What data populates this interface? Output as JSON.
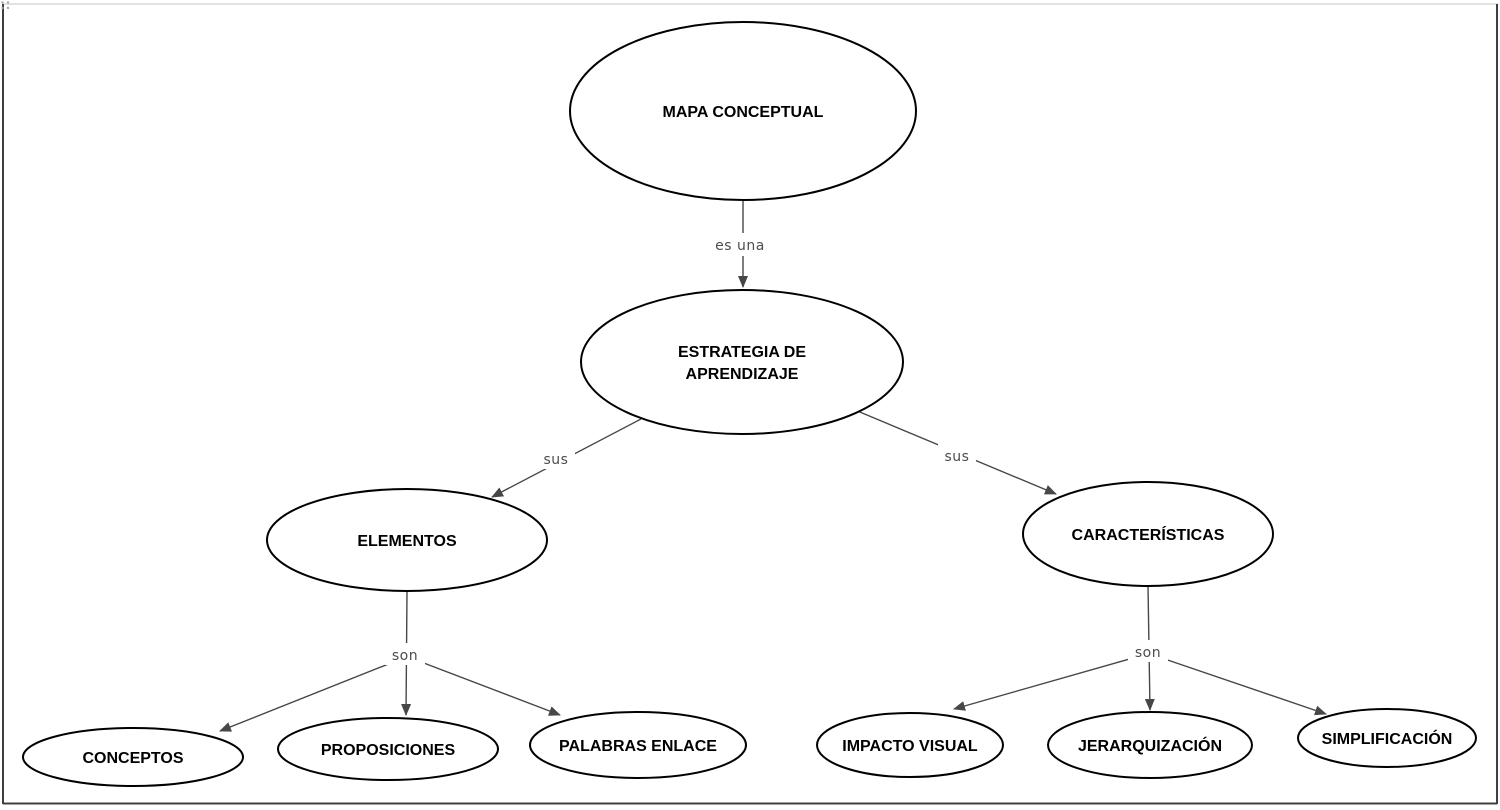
{
  "concept_map": {
    "nodes": {
      "mapa_conceptual": {
        "label": "MAPA CONCEPTUAL"
      },
      "estrategia_de_aprendizaje": {
        "line1": "ESTRATEGIA DE",
        "line2": "APRENDIZAJE"
      },
      "elementos": {
        "label": "ELEMENTOS"
      },
      "caracteristicas": {
        "label": "CARACTERÍSTICAS"
      },
      "conceptos": {
        "label": "CONCEPTOS"
      },
      "proposiciones": {
        "label": "PROPOSICIONES"
      },
      "palabras_enlace": {
        "label": "PALABRAS ENLACE"
      },
      "impacto_visual": {
        "label": "IMPACTO VISUAL"
      },
      "jerarquizacion": {
        "label": "JERARQUIZACIÓN"
      },
      "simplificacion": {
        "label": "SIMPLIFICACIÓN"
      }
    },
    "link_labels": {
      "es_una": "es una",
      "sus_left": "sus",
      "sus_right": "sus",
      "son_left": "son",
      "son_right": "son"
    },
    "edges": [
      {
        "from": "MAPA CONCEPTUAL",
        "to": "ESTRATEGIA DE APRENDIZAJE",
        "label": "es una"
      },
      {
        "from": "ESTRATEGIA DE APRENDIZAJE",
        "to": "ELEMENTOS",
        "label": "sus"
      },
      {
        "from": "ESTRATEGIA DE APRENDIZAJE",
        "to": "CARACTERÍSTICAS",
        "label": "sus"
      },
      {
        "from": "ELEMENTOS",
        "to": "CONCEPTOS",
        "label": "son"
      },
      {
        "from": "ELEMENTOS",
        "to": "PROPOSICIONES",
        "label": "son"
      },
      {
        "from": "ELEMENTOS",
        "to": "PALABRAS ENLACE",
        "label": "son"
      },
      {
        "from": "CARACTERÍSTICAS",
        "to": "IMPACTO VISUAL",
        "label": "son"
      },
      {
        "from": "CARACTERÍSTICAS",
        "to": "JERARQUIZACIÓN",
        "label": "son"
      },
      {
        "from": "CARACTERÍSTICAS",
        "to": "SIMPLIFICACIÓN",
        "label": "son"
      }
    ],
    "colors": {
      "background": "#ffffff",
      "node_stroke": "#000000",
      "node_text": "#000000",
      "edge_line": "#474747",
      "edge_label_text": "#4d4d4d",
      "frame_border": "#3f3f3f",
      "frame_top": "#d9d9d9"
    }
  }
}
